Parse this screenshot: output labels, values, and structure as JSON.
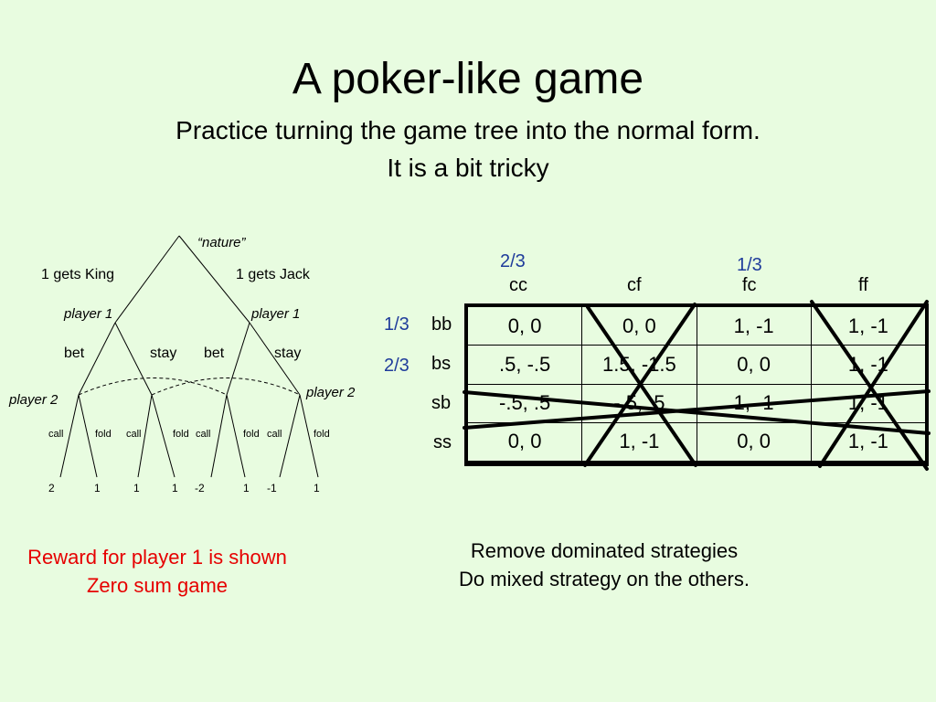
{
  "title": "A poker-like game",
  "subtitle": "Practice turning the game tree into the normal form.",
  "subtitle2": "It is a bit tricky",
  "tree": {
    "nature": "“nature”",
    "king": "1 gets King",
    "jack": "1 gets Jack",
    "player1": "player 1",
    "player2": "player 2",
    "bet": "bet",
    "stay": "stay",
    "call": "call",
    "fold": "fold",
    "payoffs": [
      "2",
      "1",
      "1",
      "1",
      "-2",
      "1",
      "-1",
      "1"
    ]
  },
  "matrix": {
    "col_probs": [
      "2/3",
      "1/3"
    ],
    "col_headers": [
      "cc",
      "cf",
      "fc",
      "ff"
    ],
    "row_probs": [
      "1/3",
      "2/3"
    ],
    "row_headers": [
      "bb",
      "bs",
      "sb",
      "ss"
    ],
    "cells": [
      [
        "0, 0",
        "0, 0",
        "1, -1",
        "1, -1"
      ],
      [
        ".5, -.5",
        "1.5, -1.5",
        "0, 0",
        "1, -1"
      ],
      [
        "-.5, .5",
        "-.5, .5",
        "1, -1",
        "1, -1"
      ],
      [
        "0, 0",
        "1, -1",
        "0, 0",
        "1, -1"
      ]
    ]
  },
  "notes": {
    "reward": "Reward for player 1 is shown",
    "zero_sum": "Zero sum game",
    "remove": "Remove dominated strategies",
    "mixed": "Do mixed strategy on the others."
  }
}
